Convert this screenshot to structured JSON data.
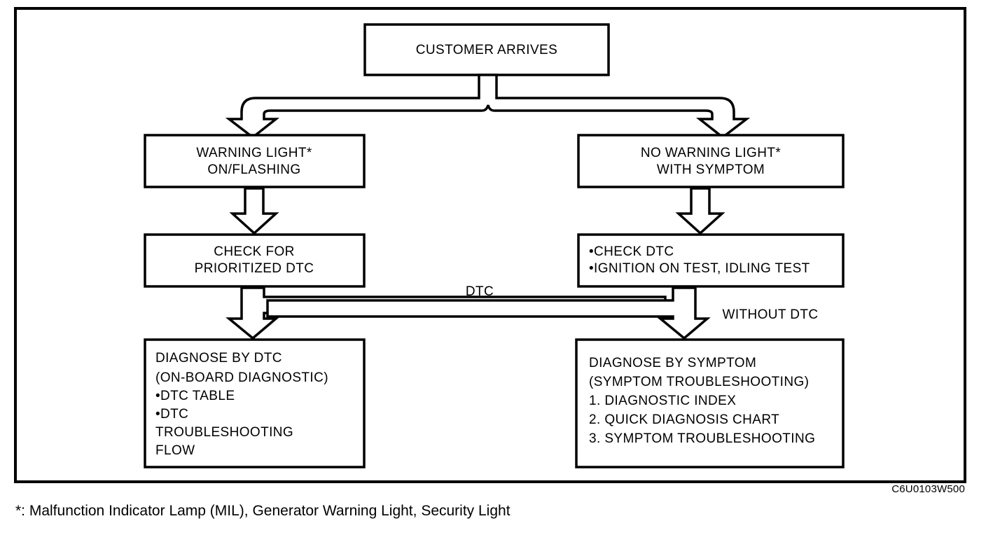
{
  "figure": {
    "code_label": "C6U0103W500",
    "footnote": "*: Malfunction Indicator Lamp (MIL), Generator Warning Light, Security Light",
    "frame_color": "#000000",
    "background_color": "#ffffff"
  },
  "nodes": {
    "customer_arrives": {
      "lines": [
        "CUSTOMER ARRIVES"
      ],
      "align": "center"
    },
    "warning_light_on": {
      "lines": [
        "WARNING LIGHT*",
        "ON/FLASHING"
      ],
      "align": "center"
    },
    "no_warning_light": {
      "lines": [
        "NO WARNING LIGHT*",
        "WITH SYMPTOM"
      ],
      "align": "center"
    },
    "check_prioritized_dtc": {
      "lines": [
        "CHECK FOR",
        "PRIORITIZED DTC"
      ],
      "align": "center"
    },
    "check_dtc_tests": {
      "lines": [
        "•CHECK DTC",
        "•IGNITION ON TEST, IDLING TEST"
      ],
      "align": "left"
    },
    "diagnose_by_dtc": {
      "lines": [
        "DIAGNOSE BY DTC",
        "(ON-BOARD DIAGNOSTIC)",
        "•DTC TABLE",
        "•DTC",
        " TROUBLESHOOTING",
        " FLOW"
      ],
      "align": "left"
    },
    "diagnose_by_symptom": {
      "lines": [
        "DIAGNOSE BY SYMPTOM",
        "(SYMPTOM TROUBLESHOOTING)",
        "1. DIAGNOSTIC INDEX",
        "2. QUICK DIAGNOSIS CHART",
        "3. SYMPTOM TROUBLESHOOTING"
      ],
      "align": "left"
    }
  },
  "edge_labels": {
    "dtc": "DTC",
    "without_dtc": "WITHOUT DTC"
  },
  "chart_data": {
    "type": "diagram",
    "title": "On-Board Diagnostic Flowchart",
    "flow": [
      {
        "from": "customer_arrives",
        "to": "warning_light_on",
        "label": ""
      },
      {
        "from": "customer_arrives",
        "to": "no_warning_light",
        "label": ""
      },
      {
        "from": "warning_light_on",
        "to": "check_prioritized_dtc",
        "label": ""
      },
      {
        "from": "no_warning_light",
        "to": "check_dtc_tests",
        "label": ""
      },
      {
        "from": "check_prioritized_dtc",
        "to": "diagnose_by_dtc",
        "label": ""
      },
      {
        "from": "check_dtc_tests",
        "to": "diagnose_by_dtc",
        "label": "DTC"
      },
      {
        "from": "check_dtc_tests",
        "to": "diagnose_by_symptom",
        "label": "WITHOUT DTC"
      }
    ]
  }
}
